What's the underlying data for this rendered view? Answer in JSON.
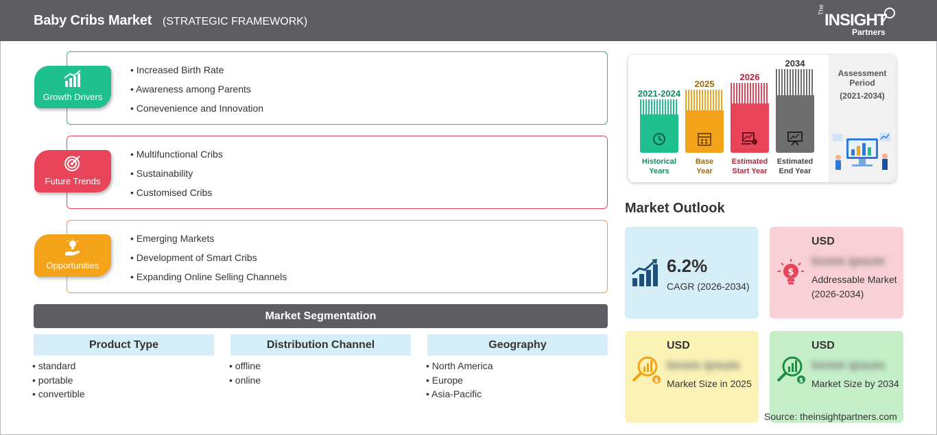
{
  "header": {
    "title": "Baby Cribs Market",
    "subtitle": "(STRATEGIC FRAMEWORK)",
    "logo": {
      "the": "The",
      "insight": "INSIGHT",
      "partners": "Partners"
    }
  },
  "framework": {
    "growth_drivers": {
      "label": "Growth Drivers",
      "color": "#1fbf8f",
      "items": [
        "Increased Birth Rate",
        "Awareness among Parents",
        "Conevenience and Innovation"
      ]
    },
    "future_trends": {
      "label": "Future Trends",
      "color": "#e8455a",
      "items": [
        "Multifunctional Cribs",
        "Sustainability",
        "Customised Cribs"
      ]
    },
    "opportunities": {
      "label": "Opportunities",
      "color": "#f5a21b",
      "items": [
        "Emerging Markets",
        "Development of Smart Cribs",
        "Expanding Online Selling Channels"
      ]
    }
  },
  "segmentation": {
    "title": "Market Segmentation",
    "columns": [
      {
        "header": "Product Type",
        "items": [
          "standard",
          "portable",
          "convertible"
        ]
      },
      {
        "header": "Distribution Channel",
        "items": [
          "offline",
          "online"
        ]
      },
      {
        "header": "Geography",
        "items": [
          "North America",
          "Europe",
          "Asia-Pacific"
        ]
      }
    ]
  },
  "timeline": {
    "bars": [
      {
        "year": "2021-2024",
        "caption": [
          "Historical",
          "Years"
        ],
        "color": "#1fbf8f",
        "text_color": "#138a66",
        "icon": "history-icon"
      },
      {
        "year": "2025",
        "caption": [
          "Base",
          "Year"
        ],
        "color": "#f5a21b",
        "text_color": "#9a6a10",
        "icon": "calendar-icon"
      },
      {
        "year": "2026",
        "caption": [
          "Estimated",
          "Start Year"
        ],
        "color": "#e8455a",
        "text_color": "#b0263b",
        "icon": "chart-start-icon"
      },
      {
        "year": "2034",
        "caption": [
          "Estimated",
          "End Year"
        ],
        "color": "#6e6e6e",
        "text_color": "#444444",
        "icon": "presentation-icon"
      }
    ],
    "assessment": {
      "title": "Assessment Period",
      "period": "(2021-2034)"
    }
  },
  "outlook": {
    "title": "Market Outlook",
    "cagr": {
      "value": "6.2%",
      "label": "CAGR (2026-2034)",
      "bg": "#d6eef7",
      "icon": "growth-chart-icon"
    },
    "addressable": {
      "currency": "USD",
      "value": "lorem ipsum",
      "label": "Addressable Market (2026-2034)",
      "bg": "#f9d0d5",
      "icon": "lightbulb-dollar-icon"
    },
    "size_2025": {
      "currency": "USD",
      "value": "lorem ipsum",
      "label": "Market Size in 2025",
      "bg": "#fbf3b6",
      "icon": "magnifier-dollar-icon"
    },
    "size_2034": {
      "currency": "USD",
      "value": "lorem ipsum",
      "label": "Market Size by 2034",
      "bg": "#c5efc9",
      "icon": "magnifier-chart-icon"
    }
  },
  "source": "Source: theinsightpartners.com"
}
